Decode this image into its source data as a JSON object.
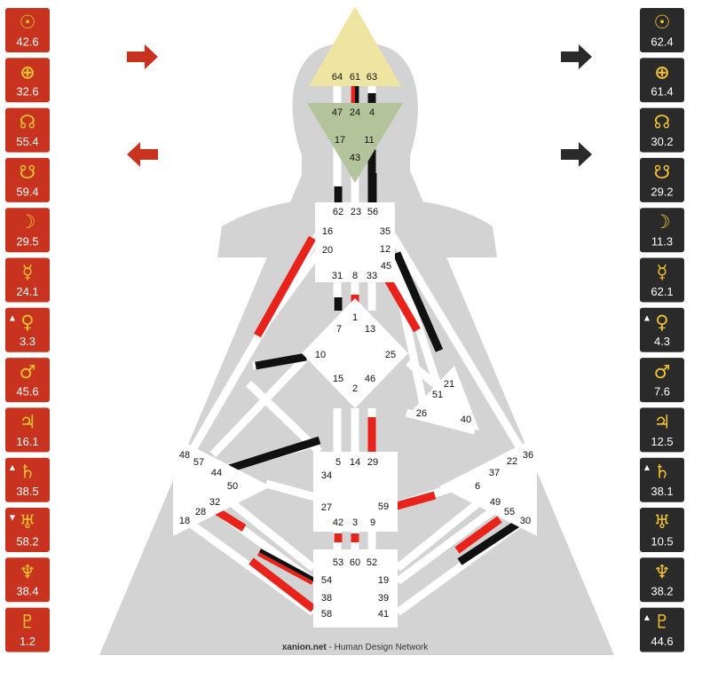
{
  "footer": {
    "brand": "xanion.net",
    "rest": " - Human Design Network"
  },
  "colors": {
    "design_panel": "#c8331f",
    "personality_panel": "#2a2a2a",
    "glyph_gold": "#f2c230",
    "red_line": "#e8231c",
    "black_line": "#111111",
    "silhouette": "#d3d3d3",
    "head_center": "#efe5a2",
    "ajna_center": "#b3c39a"
  },
  "design_column": [
    {
      "glyph": "☉",
      "icon": "sun-icon",
      "value": "42.6",
      "marker": ""
    },
    {
      "glyph": "⊕",
      "icon": "earth-icon",
      "value": "32.6",
      "marker": ""
    },
    {
      "glyph": "☊",
      "icon": "north-node-icon",
      "value": "55.4",
      "marker": ""
    },
    {
      "glyph": "☋",
      "icon": "south-node-icon",
      "value": "59.4",
      "marker": ""
    },
    {
      "glyph": "☽",
      "icon": "moon-icon",
      "value": "29.5",
      "marker": ""
    },
    {
      "glyph": "☿",
      "icon": "mercury-icon",
      "value": "24.1",
      "marker": ""
    },
    {
      "glyph": "♀",
      "icon": "venus-icon",
      "value": "3.3",
      "marker": "▲"
    },
    {
      "glyph": "♂",
      "icon": "mars-icon",
      "value": "45.6",
      "marker": ""
    },
    {
      "glyph": "♃",
      "icon": "jupiter-icon",
      "value": "16.1",
      "marker": ""
    },
    {
      "glyph": "♄",
      "icon": "saturn-icon",
      "value": "38.5",
      "marker": "▲"
    },
    {
      "glyph": "♅",
      "icon": "uranus-icon",
      "value": "58.2",
      "marker": "▼"
    },
    {
      "glyph": "♆",
      "icon": "neptune-icon",
      "value": "38.4",
      "marker": ""
    },
    {
      "glyph": "♇",
      "icon": "pluto-icon",
      "value": "1.2",
      "marker": ""
    }
  ],
  "personality_column": [
    {
      "glyph": "☉",
      "icon": "sun-icon",
      "value": "62.4",
      "marker": ""
    },
    {
      "glyph": "⊕",
      "icon": "earth-icon",
      "value": "61.4",
      "marker": ""
    },
    {
      "glyph": "☊",
      "icon": "north-node-icon",
      "value": "30.2",
      "marker": ""
    },
    {
      "glyph": "☋",
      "icon": "south-node-icon",
      "value": "29.2",
      "marker": ""
    },
    {
      "glyph": "☽",
      "icon": "moon-icon",
      "value": "11.3",
      "marker": ""
    },
    {
      "glyph": "☿",
      "icon": "mercury-icon",
      "value": "62.1",
      "marker": ""
    },
    {
      "glyph": "♀",
      "icon": "venus-icon",
      "value": "4.3",
      "marker": "▲"
    },
    {
      "glyph": "♂",
      "icon": "mars-icon",
      "value": "7.6",
      "marker": ""
    },
    {
      "glyph": "♃",
      "icon": "jupiter-icon",
      "value": "12.5",
      "marker": ""
    },
    {
      "glyph": "♄",
      "icon": "saturn-icon",
      "value": "38.1",
      "marker": "▲"
    },
    {
      "glyph": "♅",
      "icon": "uranus-icon",
      "value": "10.5",
      "marker": ""
    },
    {
      "glyph": "♆",
      "icon": "neptune-icon",
      "value": "38.2",
      "marker": ""
    },
    {
      "glyph": "♇",
      "icon": "pluto-icon",
      "value": "44.6",
      "marker": "▲"
    }
  ],
  "arrows": {
    "design_top": "right",
    "design_bottom": "left",
    "personality_top": "right",
    "personality_bottom": "right"
  },
  "gates": [
    "64",
    "61",
    "63",
    "47",
    "24",
    "4",
    "17",
    "11",
    "43",
    "62",
    "23",
    "56",
    "16",
    "35",
    "20",
    "12",
    "31",
    "8",
    "33",
    "45",
    "1",
    "7",
    "13",
    "10",
    "25",
    "15",
    "46",
    "2",
    "51",
    "21",
    "26",
    "40",
    "48",
    "57",
    "44",
    "50",
    "32",
    "28",
    "18",
    "5",
    "14",
    "29",
    "34",
    "27",
    "59",
    "42",
    "3",
    "9",
    "53",
    "60",
    "52",
    "54",
    "19",
    "38",
    "39",
    "58",
    "41",
    "37",
    "22",
    "36",
    "6",
    "49",
    "55",
    "30"
  ],
  "defined_gates": [
    {
      "gate": "61",
      "activation": "personality-design"
    },
    {
      "gate": "4",
      "activation": "personality"
    },
    {
      "gate": "11",
      "activation": "personality"
    },
    {
      "gate": "62",
      "activation": "personality"
    },
    {
      "gate": "56",
      "activation": "personality"
    },
    {
      "gate": "20",
      "activation": "design"
    },
    {
      "gate": "12",
      "activation": "personality"
    },
    {
      "gate": "45",
      "activation": "design"
    },
    {
      "gate": "1",
      "activation": "design"
    },
    {
      "gate": "7",
      "activation": "personality"
    },
    {
      "gate": "10",
      "activation": "personality"
    },
    {
      "gate": "29",
      "activation": "design"
    },
    {
      "gate": "44",
      "activation": "personality"
    },
    {
      "gate": "59",
      "activation": "design"
    },
    {
      "gate": "42",
      "activation": "design"
    },
    {
      "gate": "3",
      "activation": "design"
    },
    {
      "gate": "32",
      "activation": "design"
    },
    {
      "gate": "54",
      "activation": "personality-design"
    },
    {
      "gate": "38",
      "activation": "design"
    },
    {
      "gate": "55",
      "activation": "design"
    },
    {
      "gate": "30",
      "activation": "personality"
    }
  ]
}
